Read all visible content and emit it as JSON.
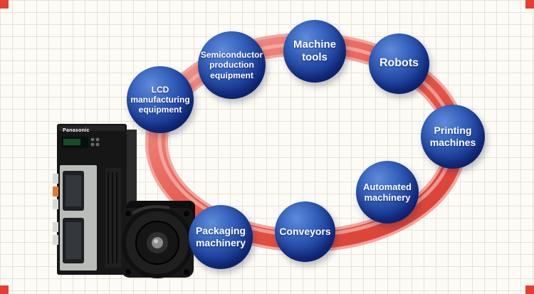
{
  "diagram": {
    "ribbon_color": "#e2564a",
    "node_color": "#16348f",
    "nodes": [
      {
        "id": "lcd-manufacturing-equipment",
        "label": "LCD\nmanufacturing\nequipment"
      },
      {
        "id": "semiconductor-production-equipment",
        "label": "Semiconductor\nproduction\nequipment"
      },
      {
        "id": "machine-tools",
        "label": "Machine\ntools"
      },
      {
        "id": "robots",
        "label": "Robots"
      },
      {
        "id": "printing-machines",
        "label": "Printing\nmachines"
      },
      {
        "id": "automated-machinery",
        "label": "Automated\nmachinery"
      },
      {
        "id": "conveyors",
        "label": "Conveyors"
      },
      {
        "id": "packaging-machinery",
        "label": "Packaging\nmachinery"
      }
    ]
  },
  "devices": {
    "servo_drive": {
      "brand": "Panasonic"
    }
  }
}
